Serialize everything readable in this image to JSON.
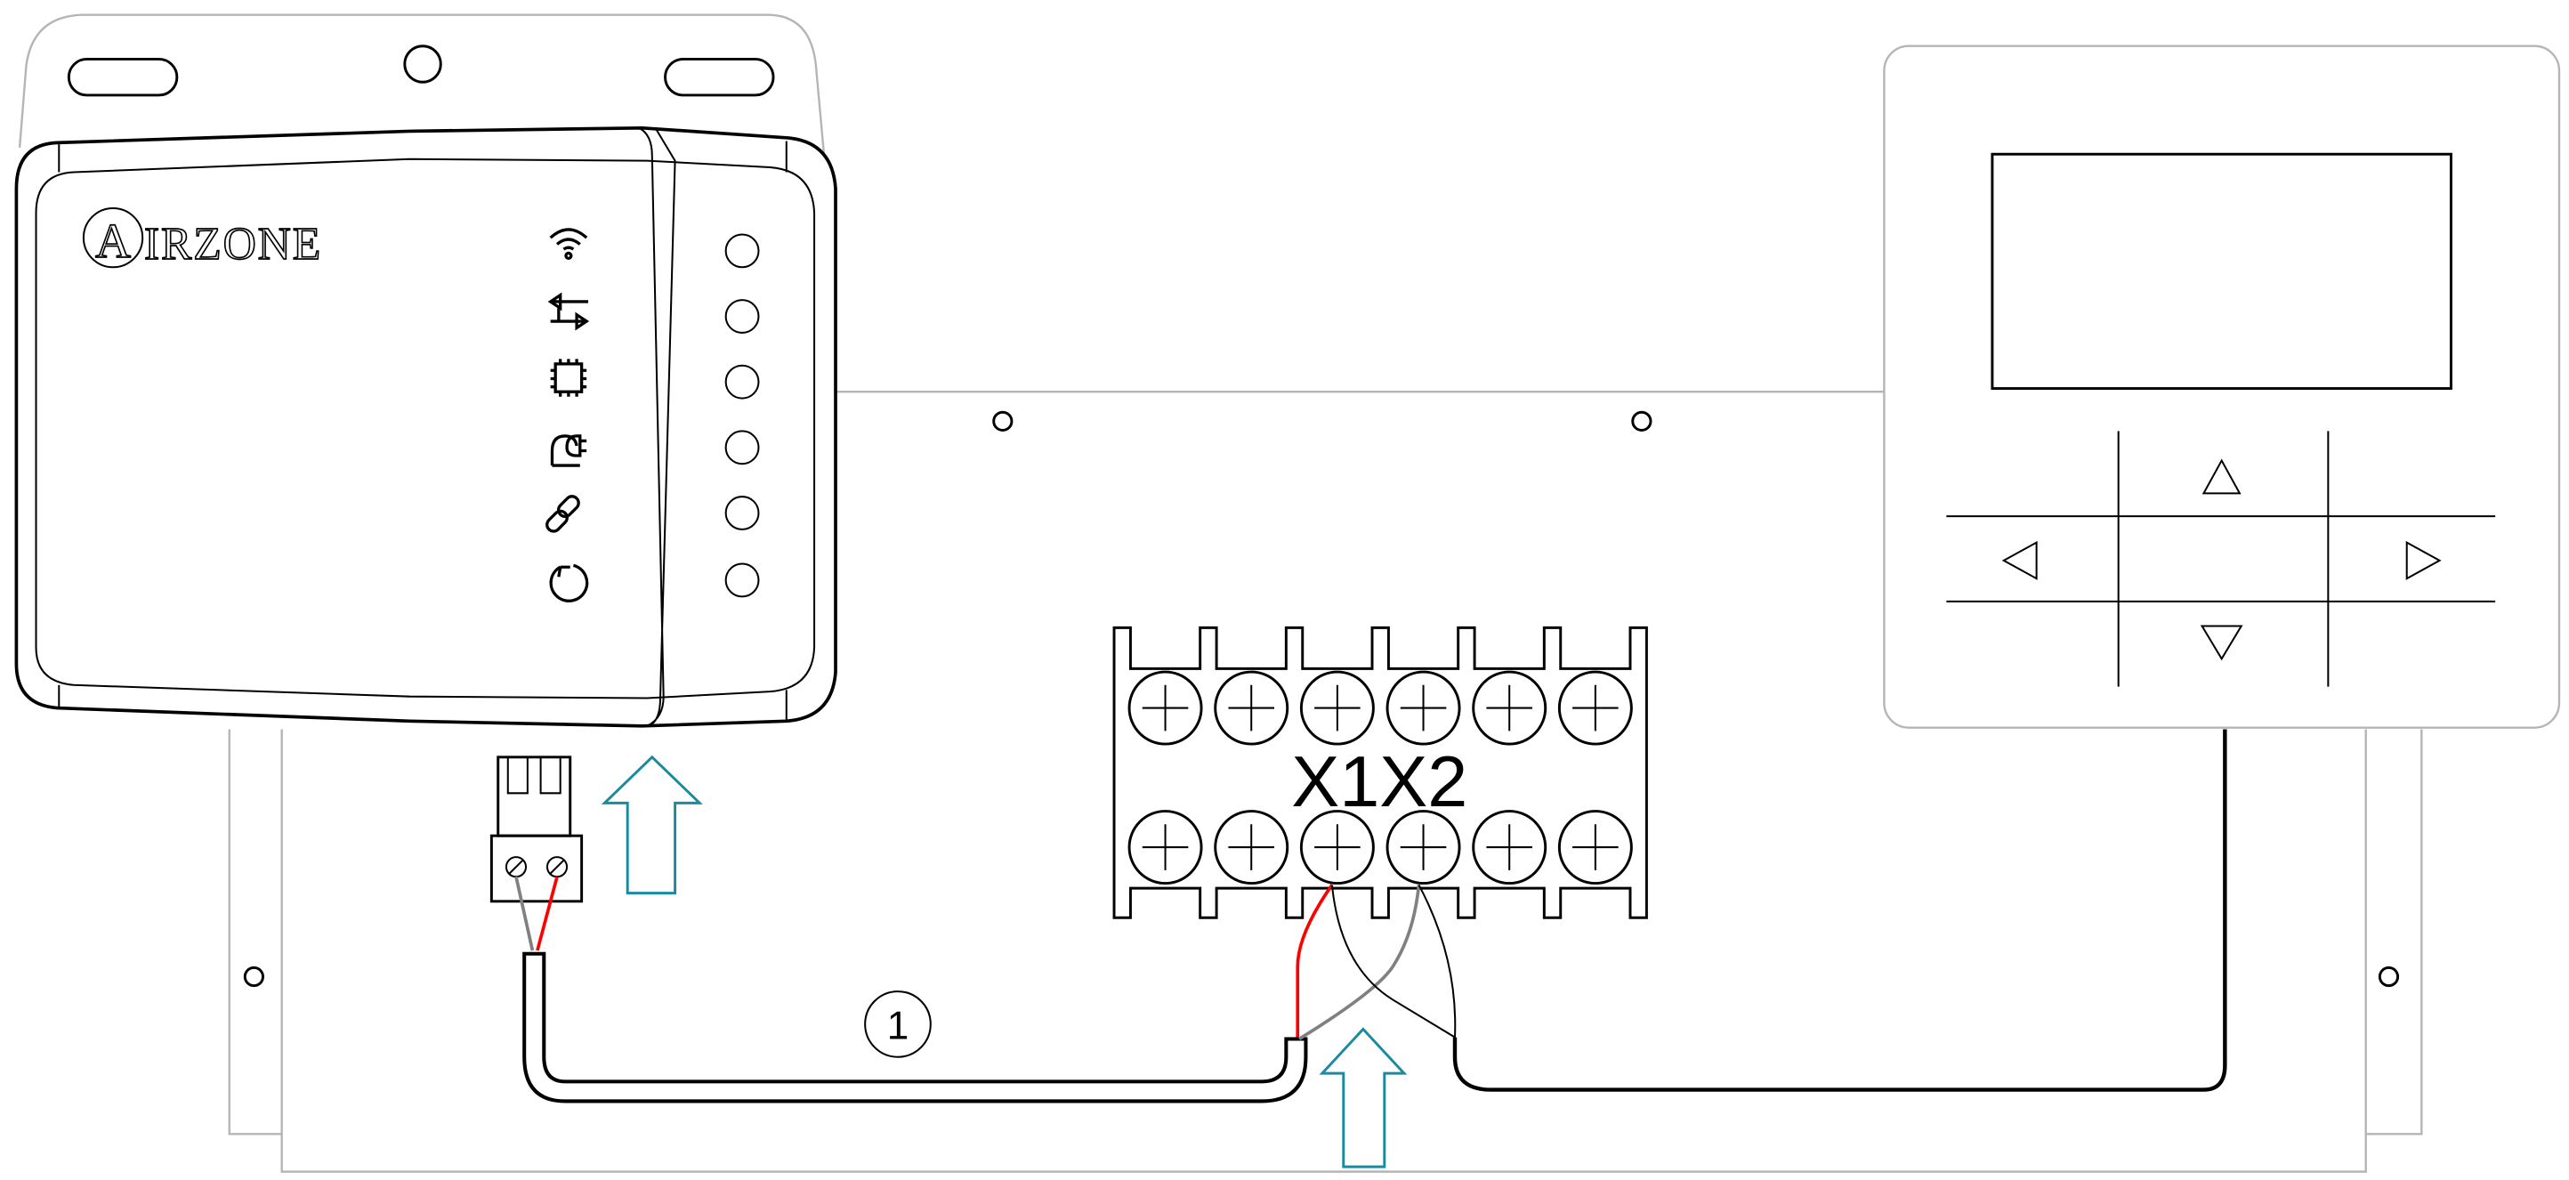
{
  "device": {
    "brand_logo_letter": "A",
    "brand_logo_rest": "IRZONE",
    "status_icons": [
      "wifi-icon",
      "data-transfer-icon",
      "chip-icon",
      "power-plug-icon",
      "link-icon",
      "reset-icon"
    ],
    "led_count": 6
  },
  "terminal_block": {
    "label": "X1X2",
    "screws_per_row": 6
  },
  "thermostat": {
    "buttons": [
      "up-arrow",
      "left-arrow",
      "right-arrow",
      "down-arrow"
    ]
  },
  "callout": {
    "number": "1"
  },
  "colors": {
    "arrow": "#1a8aa0",
    "wire_positive": "#ff0000",
    "wire_negative": "#808080",
    "outline": "#000000",
    "background_outline": "#b5b5b5"
  }
}
